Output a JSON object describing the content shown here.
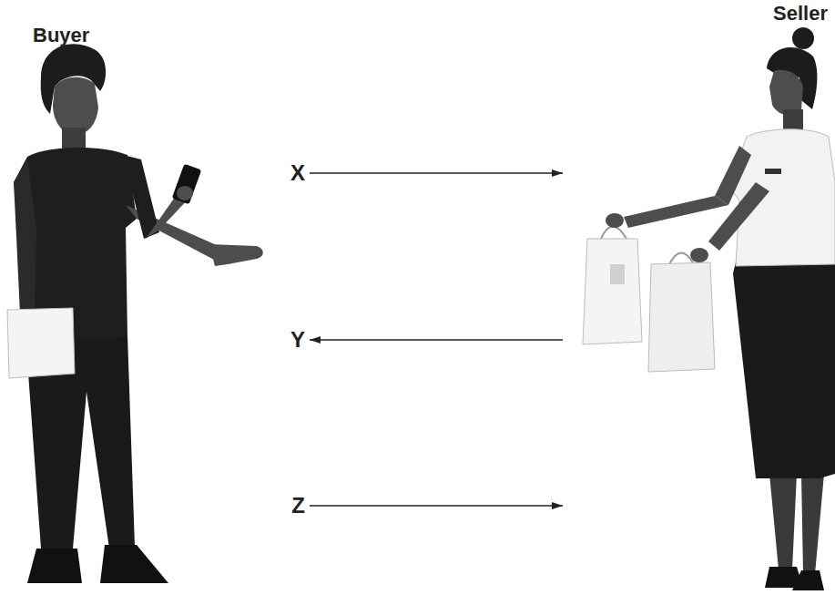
{
  "diagram": {
    "nodes": [
      {
        "text": [
          "Buyer"
        ]
      },
      {
        "text": [
          "Seller"
        ]
      }
    ],
    "edges": [
      {
        "from": 0,
        "to": 1,
        "arrow": "to",
        "label": "X"
      },
      {
        "from": 1,
        "to": 0,
        "arrow": "to",
        "label": "Y"
      },
      {
        "from": 0,
        "to": 1,
        "arrow": "to",
        "label": "Z"
      }
    ]
  }
}
